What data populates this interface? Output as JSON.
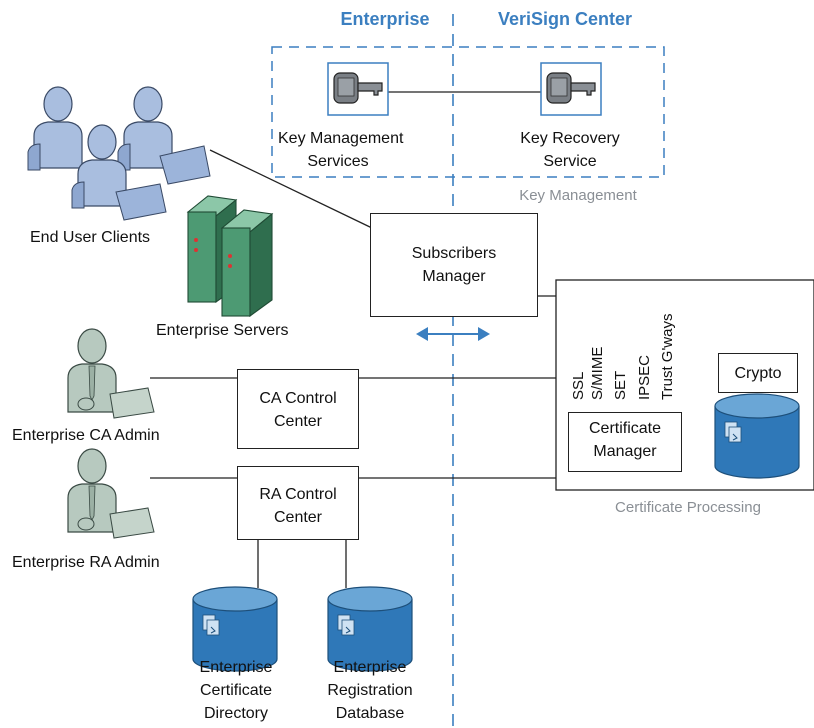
{
  "headers": {
    "enterprise": "Enterprise",
    "verisign": "VeriSign Center"
  },
  "key_management": {
    "group_label": "Key Management",
    "kms_line1": "Key Management",
    "kms_line2": "Services",
    "krs_line1": "Key Recovery",
    "krs_line2": "Service"
  },
  "end_user_clients": "End User Clients",
  "enterprise_servers": "Enterprise Servers",
  "subscribers_manager": {
    "line1": "Subscribers",
    "line2": "Manager"
  },
  "ca_control": {
    "line1": "CA Control",
    "line2": "Center"
  },
  "ra_control": {
    "line1": "RA Control",
    "line2": "Center"
  },
  "enterprise_ca_admin": "Enterprise CA Admin",
  "enterprise_ra_admin": "Enterprise RA Admin",
  "certificate_processing": {
    "group_label": "Certificate Processing",
    "protocols": [
      "SSL",
      "S/MIME",
      "SET",
      "IPSEC",
      "Trust G'ways"
    ],
    "crypto": "Crypto",
    "cert_manager_line1": "Certificate",
    "cert_manager_line2": "Manager"
  },
  "databases": {
    "directory": {
      "line1": "Enterprise",
      "line2": "Certificate",
      "line3": "Directory"
    },
    "registration": {
      "line1": "Enterprise",
      "line2": "Registration",
      "line3": "Database"
    }
  },
  "colors": {
    "accent": "#3b7fc0",
    "db": "#2f78b8",
    "db_top": "#6aa6d6",
    "person": "#a9bedf",
    "admin": "#b7c9bf",
    "server": "#4d9a73"
  }
}
